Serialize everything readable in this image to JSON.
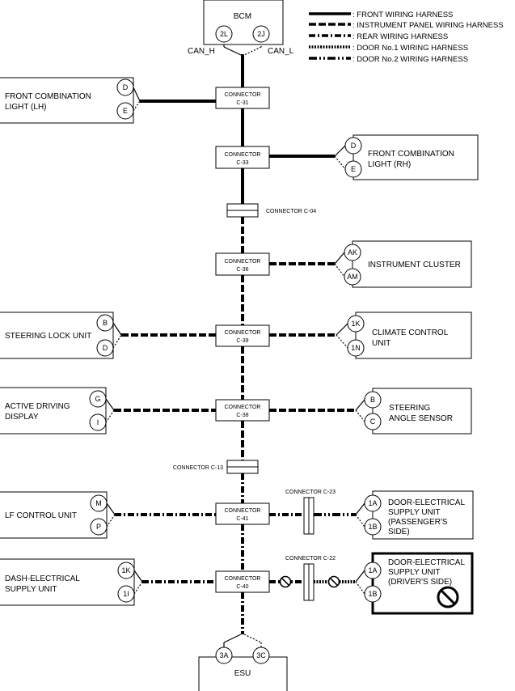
{
  "legend": [
    {
      "style": "front",
      "label": ": FRONT WIRING HARNESS"
    },
    {
      "style": "instrument",
      "label": ": INSTRUMENT PANEL WIRING HARNESS"
    },
    {
      "style": "rear",
      "label": ": REAR WIRING HARNESS"
    },
    {
      "style": "door1",
      "label": ": DOOR No.1 WIRING HARNESS"
    },
    {
      "style": "door2",
      "label": ": DOOR No.2 WIRING HARNESS"
    }
  ],
  "bcm": {
    "label": "BCM",
    "pin_left": "2L",
    "pin_right": "2J",
    "can_h": "CAN_H",
    "can_l": "CAN_L"
  },
  "esu": {
    "label": "ESU",
    "pin_left": "3A",
    "pin_right": "3C"
  },
  "connectors": {
    "c31": {
      "line1": "CONNECTOR",
      "line2": "C-31"
    },
    "c33": {
      "line1": "CONNECTOR",
      "line2": "C-33"
    },
    "c04": {
      "label": "CONNECTOR C-04"
    },
    "c36": {
      "line1": "CONNECTOR",
      "line2": "C-36"
    },
    "c39": {
      "line1": "CONNECTOR",
      "line2": "C-39"
    },
    "c38": {
      "line1": "CONNECTOR",
      "line2": "C-38"
    },
    "c13": {
      "label": "CONNECTOR C-13"
    },
    "c41": {
      "line1": "CONNECTOR",
      "line2": "C-41"
    },
    "c40": {
      "line1": "CONNECTOR",
      "line2": "C-40"
    },
    "c23": {
      "label": "CONNECTOR C-23"
    },
    "c22": {
      "label": "CONNECTOR C-22"
    }
  },
  "units": {
    "front_lh": {
      "lines": [
        "FRONT COMBINATION",
        "LIGHT (LH)"
      ],
      "pin_top": "D",
      "pin_bottom": "E"
    },
    "front_rh": {
      "lines": [
        "FRONT COMBINATION",
        "LIGHT (RH)"
      ],
      "pin_top": "D",
      "pin_bottom": "E"
    },
    "instrument_cluster": {
      "lines": [
        "INSTRUMENT CLUSTER"
      ],
      "pin_top": "AK",
      "pin_bottom": "AM"
    },
    "steering_lock": {
      "lines": [
        "STEERING LOCK UNIT"
      ],
      "pin_top": "B",
      "pin_bottom": "D"
    },
    "climate_control": {
      "lines": [
        "CLIMATE CONTROL",
        "UNIT"
      ],
      "pin_top": "1K",
      "pin_bottom": "1N"
    },
    "active_driving": {
      "lines": [
        "ACTIVE DRIVING",
        "DISPLAY"
      ],
      "pin_top": "G",
      "pin_bottom": "I"
    },
    "steering_angle": {
      "lines": [
        "STEERING",
        "ANGLE SENSOR"
      ],
      "pin_top": "B",
      "pin_bottom": "C"
    },
    "lf_control": {
      "lines": [
        "LF CONTROL UNIT"
      ],
      "pin_top": "M",
      "pin_bottom": "P"
    },
    "door_passenger": {
      "lines": [
        "DOOR-ELECTRICAL",
        "SUPPLY UNIT",
        "(PASSENGER'S",
        "SIDE)"
      ],
      "pin_top": "1A",
      "pin_bottom": "1B"
    },
    "dash_electrical": {
      "lines": [
        "DASH-ELECTRICAL",
        "SUPPLY UNIT"
      ],
      "pin_top": "1K",
      "pin_bottom": "1I"
    },
    "door_driver": {
      "lines": [
        "DOOR-ELECTRICAL",
        "SUPPLY UNIT",
        "(DRIVER'S SIDE)"
      ],
      "pin_top": "1A",
      "pin_bottom": "1B"
    }
  }
}
